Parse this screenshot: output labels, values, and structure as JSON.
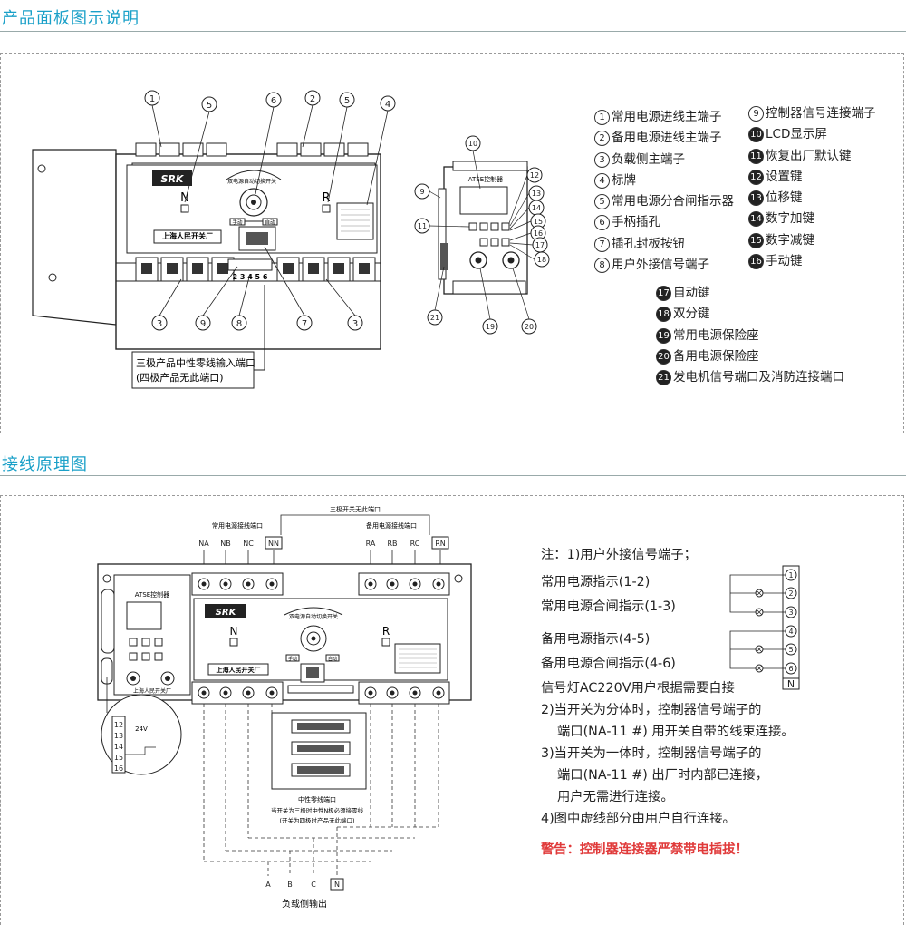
{
  "colors": {
    "accent": "#1aa0c8",
    "warning": "#e03a3a"
  },
  "section1": {
    "title": "产品面板图示说明",
    "device": {
      "brand": "SRK",
      "panel_label": "双电源自动切换开关",
      "maker": "上海人民开关厂",
      "n_mark": "N",
      "r_mark": "R",
      "manual_label": "手动",
      "auto_label": "自动",
      "terminal_nums": "2 3 4 5 6",
      "controller_label": "ATSE控制器"
    },
    "neutral_box": {
      "line1": "三极产品中性零线输入端口",
      "line2": "(四极产品无此端口)"
    },
    "legend_col1": [
      {
        "n": "1",
        "t": "常用电源进线主端子"
      },
      {
        "n": "2",
        "t": "备用电源进线主端子"
      },
      {
        "n": "3",
        "t": "负载侧主端子"
      },
      {
        "n": "4",
        "t": "标牌"
      },
      {
        "n": "5",
        "t": "常用电源分合闸指示器"
      },
      {
        "n": "6",
        "t": "手柄插孔"
      },
      {
        "n": "7",
        "t": "插孔封板按钮"
      },
      {
        "n": "8",
        "t": "用户外接信号端子"
      }
    ],
    "legend_col2": [
      {
        "n": "9",
        "t": "控制器信号连接端子"
      },
      {
        "n": "10",
        "t": "LCD显示屏"
      },
      {
        "n": "11",
        "t": "恢复出厂默认键"
      },
      {
        "n": "12",
        "t": "设置键"
      },
      {
        "n": "13",
        "t": "位移键"
      },
      {
        "n": "14",
        "t": "数字加键"
      },
      {
        "n": "15",
        "t": "数字减键"
      },
      {
        "n": "16",
        "t": "手动键"
      }
    ],
    "legend_col3": [
      {
        "n": "17",
        "t": "自动键"
      },
      {
        "n": "18",
        "t": "双分键"
      },
      {
        "n": "19",
        "t": "常用电源保险座"
      },
      {
        "n": "20",
        "t": "备用电源保险座"
      },
      {
        "n": "21",
        "t": "发电机信号端口及消防连接端口"
      }
    ]
  },
  "section2": {
    "title": "接线原理图",
    "diagram": {
      "top_note": "三极开关无此端口",
      "normal_ports_label": "常用电源接线端口",
      "backup_ports_label": "备用电源接线端口",
      "ports_left": [
        "NA",
        "NB",
        "NC",
        "NN"
      ],
      "ports_right": [
        "RA",
        "RB",
        "RC",
        "RN"
      ],
      "terminal_strip": [
        "12",
        "13",
        "14",
        "15",
        "16"
      ],
      "voltage_label": "24V",
      "neutral_port_label": "中性零线端口",
      "neutral_port_note1": "当开关为三极时中性N极必须接零线",
      "neutral_port_note2": "(开关为四极时产品无此端口)",
      "outputs": [
        "A",
        "B",
        "C",
        "N"
      ],
      "output_label": "负载侧输出",
      "signal_terminals": [
        "1",
        "2",
        "3",
        "4",
        "5",
        "6",
        "N"
      ]
    },
    "notes": {
      "n1_title": "注：1)用户外接信号端子；",
      "normal_indicator": "常用电源指示(1-2)",
      "normal_closing": "常用电源合闸指示(1-3)",
      "backup_indicator": "备用电源指示(4-5)",
      "backup_closing": "备用电源合闸指示(4-6)",
      "lamp_note": "信号灯AC220V用户根据需要自接",
      "n2_l1": "2)当开关为分体时，控制器信号端子的",
      "n2_l2": "端口(NA-11 #) 用开关自带的线束连接。",
      "n3_l1": "3)当开关为一体时，控制器信号端子的",
      "n3_l2": "端口(NA-11 #) 出厂时内部已连接，",
      "n3_l3": "用户无需进行连接。",
      "n4": "4)图中虚线部分由用户自行连接。",
      "warning": "警告：控制器连接器严禁带电插拔！"
    }
  }
}
